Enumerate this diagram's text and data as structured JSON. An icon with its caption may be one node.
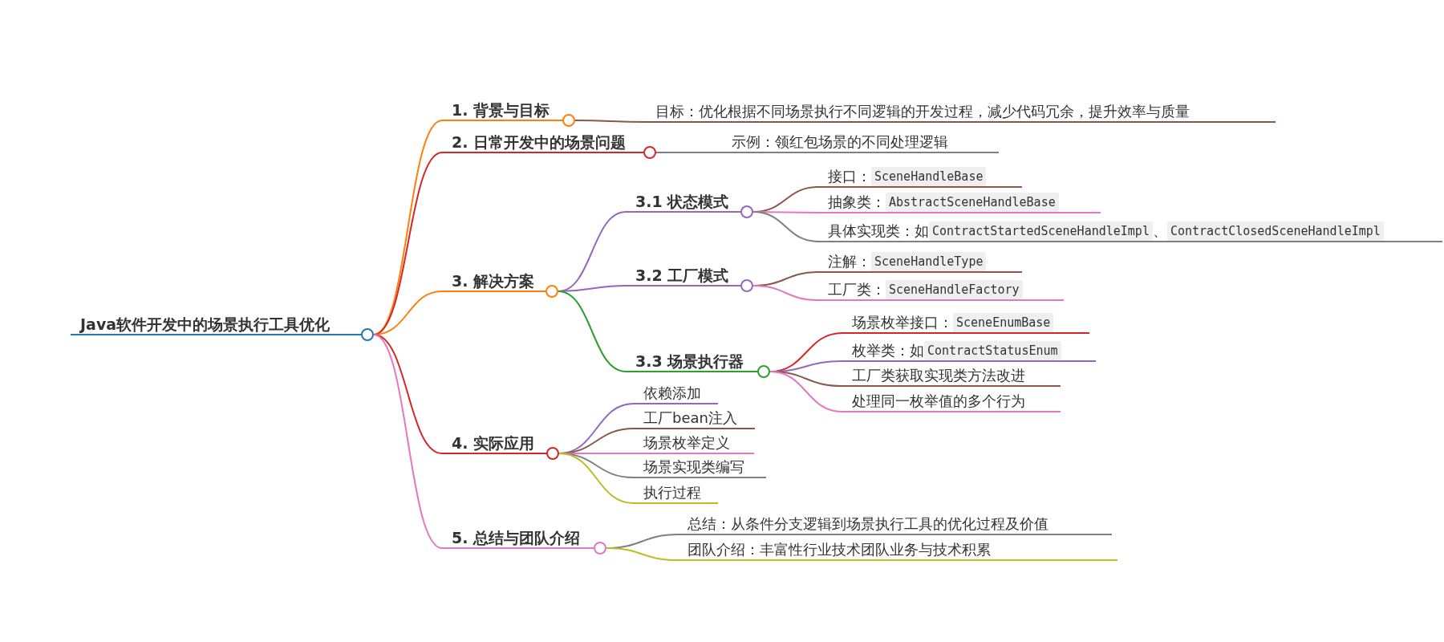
{
  "diagram": {
    "nodes": [
      {
        "text": [
          "Java软件开发中的场景执行工具优化"
        ]
      },
      {
        "text": [
          "1. 背景与目标"
        ]
      },
      {
        "text": [
          "目标：优化根据不同场景执行不同逻辑的开发过程，减少代码冗余，提升效率与质量"
        ]
      },
      {
        "text": [
          "2. 日常开发中的场景问题"
        ]
      },
      {
        "text": [
          "示例：领红包场景的不同处理逻辑"
        ]
      },
      {
        "text": [
          "3. 解决方案"
        ]
      },
      {
        "text": [
          "3.1 状态模式"
        ]
      },
      {
        "text": [
          "接口：",
          "SceneHandleBase"
        ]
      },
      {
        "text": [
          "抽象类：",
          "AbstractSceneHandleBase"
        ]
      },
      {
        "text": [
          "具体实现类：如",
          "ContractStartedSceneHandleImpl",
          "、",
          "ContractClosedSceneHandleImpl"
        ]
      },
      {
        "text": [
          "3.2 工厂模式"
        ]
      },
      {
        "text": [
          "注解：",
          "SceneHandleType"
        ]
      },
      {
        "text": [
          "工厂类：",
          "SceneHandleFactory"
        ]
      },
      {
        "text": [
          "3.3 场景执行器"
        ]
      },
      {
        "text": [
          "场景枚举接口：",
          "SceneEnumBase"
        ]
      },
      {
        "text": [
          "枚举类：如",
          "ContractStatusEnum"
        ]
      },
      {
        "text": [
          "工厂类获取实现类方法改进"
        ]
      },
      {
        "text": [
          "处理同一枚举值的多个行为"
        ]
      },
      {
        "text": [
          "4. 实际应用"
        ]
      },
      {
        "text": [
          "依赖添加"
        ]
      },
      {
        "text": [
          "工厂bean注入"
        ]
      },
      {
        "text": [
          "场景枚举定义"
        ]
      },
      {
        "text": [
          "场景实现类编写"
        ]
      },
      {
        "text": [
          "执行过程"
        ]
      },
      {
        "text": [
          "5. 总结与团队介绍"
        ]
      },
      {
        "text": [
          "总结：从条件分支逻辑到场景执行工具的优化过程及价值"
        ]
      },
      {
        "text": [
          "团队介绍：丰富性行业技术团队业务与技术积累"
        ]
      }
    ],
    "edges": [
      {
        "from": 0,
        "to": 1,
        "arrow": "none",
        "color": "#ff7f0e"
      },
      {
        "from": 1,
        "to": 2,
        "arrow": "none",
        "color": "#8c564b"
      },
      {
        "from": 0,
        "to": 3,
        "arrow": "none",
        "color": "#d62728"
      },
      {
        "from": 3,
        "to": 4,
        "arrow": "none",
        "color": "#7f7f7f"
      },
      {
        "from": 0,
        "to": 5,
        "arrow": "none",
        "color": "#ff7f0e"
      },
      {
        "from": 5,
        "to": 6,
        "arrow": "none",
        "color": "#9467bd"
      },
      {
        "from": 6,
        "to": 7,
        "arrow": "none",
        "color": "#8c564b"
      },
      {
        "from": 6,
        "to": 8,
        "arrow": "none",
        "color": "#e377c2"
      },
      {
        "from": 6,
        "to": 9,
        "arrow": "none",
        "color": "#7f7f7f"
      },
      {
        "from": 5,
        "to": 10,
        "arrow": "none",
        "color": "#9467bd"
      },
      {
        "from": 10,
        "to": 11,
        "arrow": "none",
        "color": "#8c564b"
      },
      {
        "from": 10,
        "to": 12,
        "arrow": "none",
        "color": "#e377c2"
      },
      {
        "from": 5,
        "to": 13,
        "arrow": "none",
        "color": "#2ca02c"
      },
      {
        "from": 13,
        "to": 14,
        "arrow": "none",
        "color": "#d62728"
      },
      {
        "from": 13,
        "to": 15,
        "arrow": "none",
        "color": "#9467bd"
      },
      {
        "from": 13,
        "to": 16,
        "arrow": "none",
        "color": "#8c564b"
      },
      {
        "from": 13,
        "to": 17,
        "arrow": "none",
        "color": "#e377c2"
      },
      {
        "from": 0,
        "to": 18,
        "arrow": "none",
        "color": "#d62728"
      },
      {
        "from": 18,
        "to": 19,
        "arrow": "none",
        "color": "#9467bd"
      },
      {
        "from": 18,
        "to": 20,
        "arrow": "none",
        "color": "#8c564b"
      },
      {
        "from": 18,
        "to": 21,
        "arrow": "none",
        "color": "#e377c2"
      },
      {
        "from": 18,
        "to": 22,
        "arrow": "none",
        "color": "#7f7f7f"
      },
      {
        "from": 18,
        "to": 23,
        "arrow": "none",
        "color": "#bcbd22"
      },
      {
        "from": 0,
        "to": 24,
        "arrow": "none",
        "color": "#e377c2"
      },
      {
        "from": 24,
        "to": 25,
        "arrow": "none",
        "color": "#7f7f7f"
      },
      {
        "from": 24,
        "to": 26,
        "arrow": "none",
        "color": "#bcbd22"
      }
    ]
  }
}
